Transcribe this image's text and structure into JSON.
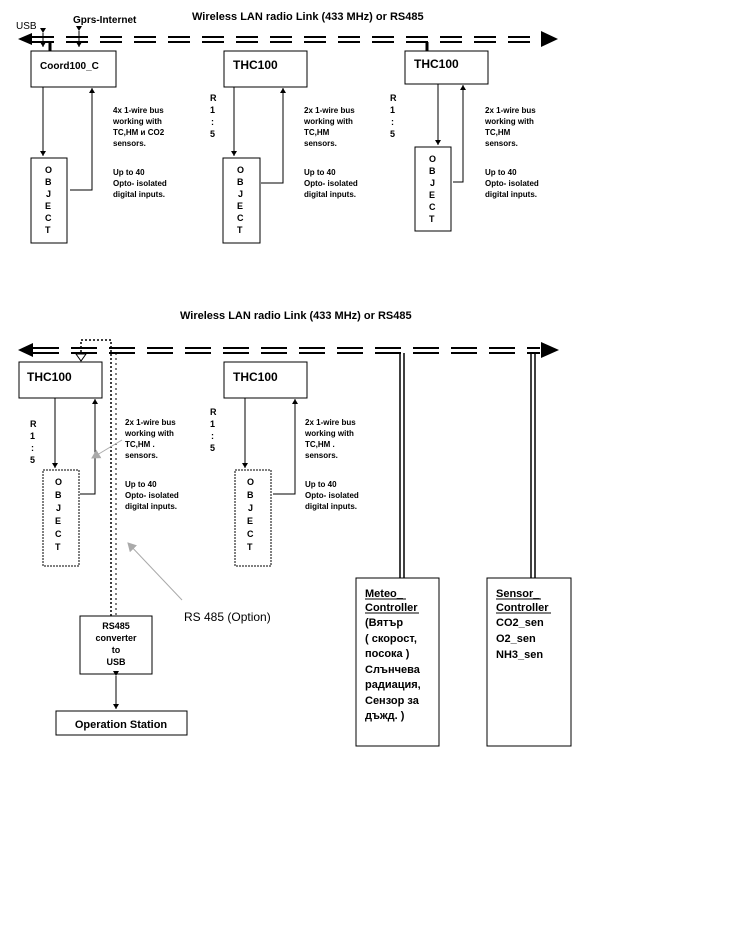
{
  "top": {
    "title": "Wireless LAN radio Link (433 MHz) or RS485",
    "usb_label": "USB",
    "gprs_label": "Gprs-Internet",
    "coord": {
      "name": "Coord100_C",
      "bus_lines": [
        "4x 1-wire bus",
        "working with",
        "TC,HM и CO2",
        "sensors."
      ],
      "input_lines": [
        "Up to 40",
        "Opto- isolated",
        "digital inputs."
      ],
      "object_letters": [
        "O",
        "B",
        "J",
        "E",
        "C",
        "T"
      ]
    },
    "units": [
      {
        "name": "THC100",
        "r_letters": [
          "R",
          "1",
          ":",
          "5"
        ],
        "bus_lines": [
          "2x 1-wire bus",
          "working with",
          "TC,HM",
          "sensors."
        ],
        "input_lines": [
          "Up to 40",
          "Opto- isolated",
          "digital inputs."
        ],
        "object_letters": [
          "O",
          "B",
          "J",
          "E",
          "C",
          "T"
        ]
      },
      {
        "name": "THC100",
        "r_letters": [
          "R",
          "1",
          ":",
          "5"
        ],
        "bus_lines": [
          "2x 1-wire bus",
          "working with",
          "TC,HM",
          "sensors."
        ],
        "input_lines": [
          "Up to 40",
          "Opto- isolated",
          "digital inputs."
        ],
        "object_letters": [
          "O",
          "B",
          "J",
          "E",
          "C",
          "T"
        ]
      }
    ]
  },
  "bottom": {
    "title": "Wireless LAN radio Link (433 MHz) or RS485",
    "units": [
      {
        "name": "THC100",
        "r_letters": [
          "R",
          "1",
          ":",
          "5"
        ],
        "bus_lines": [
          "2x 1-wire bus",
          "working with",
          "TC,HM .",
          "sensors."
        ],
        "input_lines": [
          "Up to 40",
          "Opto- isolated",
          "digital inputs."
        ],
        "object_letters": [
          "O",
          "B",
          "J",
          "E",
          "C",
          "T"
        ]
      },
      {
        "name": "THC100",
        "r_letters": [
          "R",
          "1",
          ":",
          "5"
        ],
        "bus_lines": [
          "2x 1-wire bus",
          "working with",
          "TC,HM .",
          "sensors."
        ],
        "input_lines": [
          "Up to 40",
          "Opto- isolated",
          "digital inputs."
        ],
        "object_letters": [
          "O",
          "B",
          "J",
          "E",
          "C",
          "T"
        ]
      }
    ],
    "rs485_option": "RS 485 (Option)",
    "converter_lines": [
      "RS485",
      "converter",
      "to",
      "USB"
    ],
    "operation_station": "Operation Station",
    "meteo_lines": [
      "Meteo_",
      "Controller",
      "(Вятър",
      "( скорост,",
      "посока )",
      "Слънчева",
      "радиация,",
      "Сензор за",
      "дъжд. )"
    ],
    "sensor_lines": [
      "Sensor_",
      "Controller",
      "CO2_sen",
      "O2_sen",
      "NH3_sen"
    ]
  }
}
